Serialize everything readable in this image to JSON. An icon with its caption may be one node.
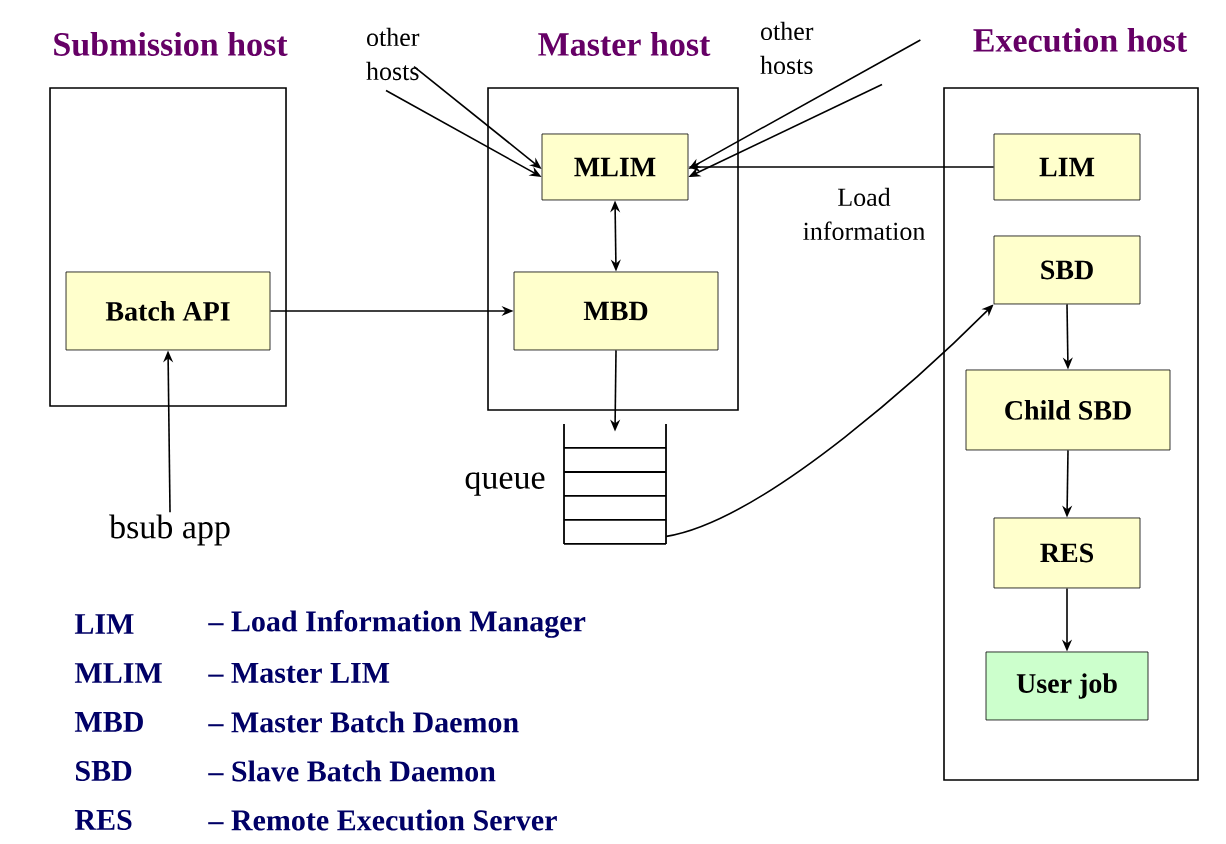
{
  "diagram": {
    "nodes": [
      {
        "text": [
          "Submission host"
        ]
      },
      {
        "text": [
          "Batch API"
        ],
        "in": 0
      },
      {
        "text": [
          "Master host"
        ]
      },
      {
        "text": [
          "MLIM"
        ],
        "in": 2
      },
      {
        "text": [
          "MBD"
        ],
        "in": 2
      },
      {
        "text": [
          "Execution host"
        ]
      },
      {
        "text": [
          "LIM"
        ],
        "in": 5
      },
      {
        "text": [
          "SBD"
        ],
        "in": 5
      },
      {
        "text": [
          "Child SBD"
        ],
        "in": 5
      },
      {
        "text": [
          "RES"
        ],
        "in": 5
      },
      {
        "text": [
          "User job"
        ],
        "in": 5
      },
      {
        "text": [
          "other hosts"
        ]
      },
      {
        "text": [
          "other hosts"
        ]
      },
      {
        "text": [
          "bsub app"
        ]
      },
      {
        "text": [],
        "shape": "box",
        "beside": [
          "queue"
        ]
      }
    ],
    "edges": [
      {
        "from": 11,
        "to": 3,
        "arrow": "to"
      },
      {
        "from": 11,
        "to": 3,
        "arrow": "to"
      },
      {
        "from": 12,
        "to": 3,
        "arrow": "to"
      },
      {
        "from": 12,
        "to": 3,
        "arrow": "to"
      },
      {
        "from": 6,
        "to": 3,
        "arrow": "to",
        "label": "Load information"
      },
      {
        "from": 3,
        "to": 4,
        "arrow": "both"
      },
      {
        "from": 1,
        "to": 4,
        "arrow": "to"
      },
      {
        "from": 4,
        "to": 14,
        "arrow": "to"
      },
      {
        "from": 14,
        "to": 7,
        "arrow": "to"
      },
      {
        "from": 7,
        "to": 8,
        "arrow": "to"
      },
      {
        "from": 8,
        "to": 9,
        "arrow": "to"
      },
      {
        "from": 9,
        "to": 10,
        "arrow": "to"
      },
      {
        "from": 13,
        "to": 1,
        "arrow": "to"
      }
    ],
    "labels": [
      "LIM",
      "– Load Information Manager",
      "MLIM",
      "– Master LIM",
      "MBD",
      "– Master Batch Daemon",
      "SBD",
      "– Slave Batch Daemon",
      "RES",
      "– Remote Execution Server"
    ]
  }
}
